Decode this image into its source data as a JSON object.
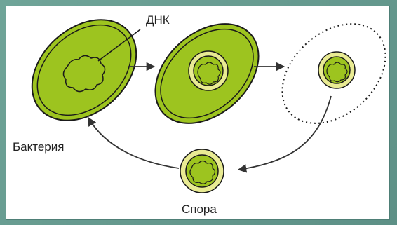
{
  "labels": {
    "dna": "ДНК",
    "bacterium": "Бактерия",
    "spore": "Спора"
  },
  "colors": {
    "cell_fill": "#9dc41f",
    "cell_outline": "#1a1a1a",
    "membrane": "#e9eb93",
    "frame": "#6f9f95",
    "arrow": "#333333"
  }
}
